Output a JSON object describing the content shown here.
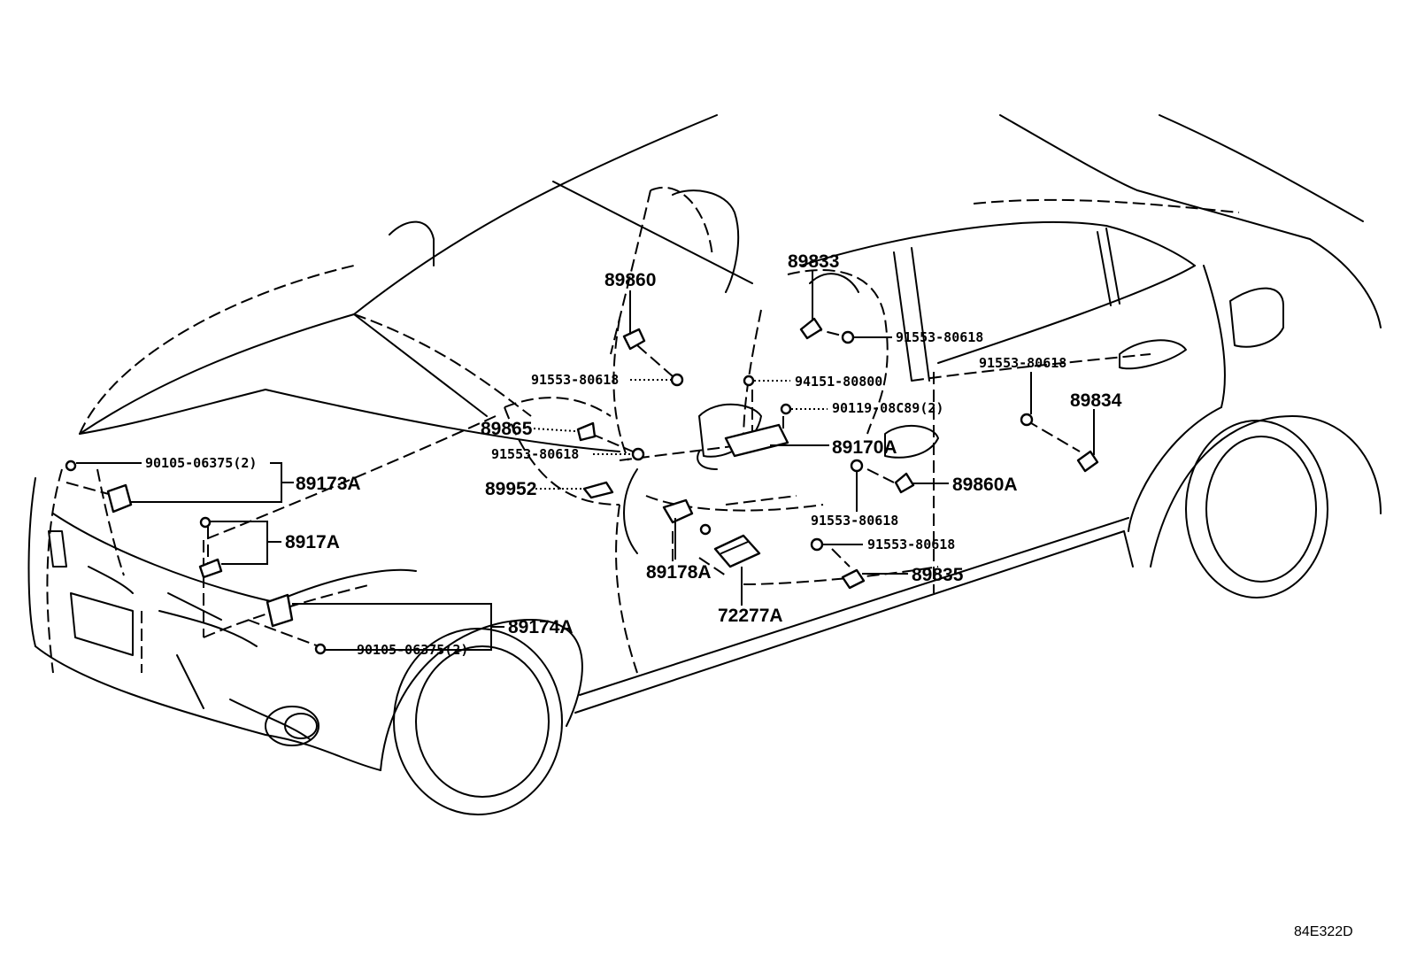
{
  "figure_id": "84E322D",
  "labels": {
    "p89860": "89860",
    "p89833": "89833",
    "p91553_a": "91553-80618",
    "p91553_b": "91553-80618",
    "p94151": "94151-80800",
    "p91553_c": "91553-80618",
    "p90119": "90119-08C89(2)",
    "p89834": "89834",
    "p89865": "89865",
    "p89170a": "89170A",
    "p91553_d": "91553-80618",
    "p90105_a": "90105-06375(2)",
    "p89173a": "89173A",
    "p89860a": "89860A",
    "p89952": "89952",
    "p91553_e": "91553-80618",
    "p8917a": "8917A",
    "p91553_f": "91553-80618",
    "p89835": "89835",
    "p89178a": "89178A",
    "p72277a": "72277A",
    "p89174a": "89174A",
    "p90105_b": "90105-06375(2)"
  }
}
